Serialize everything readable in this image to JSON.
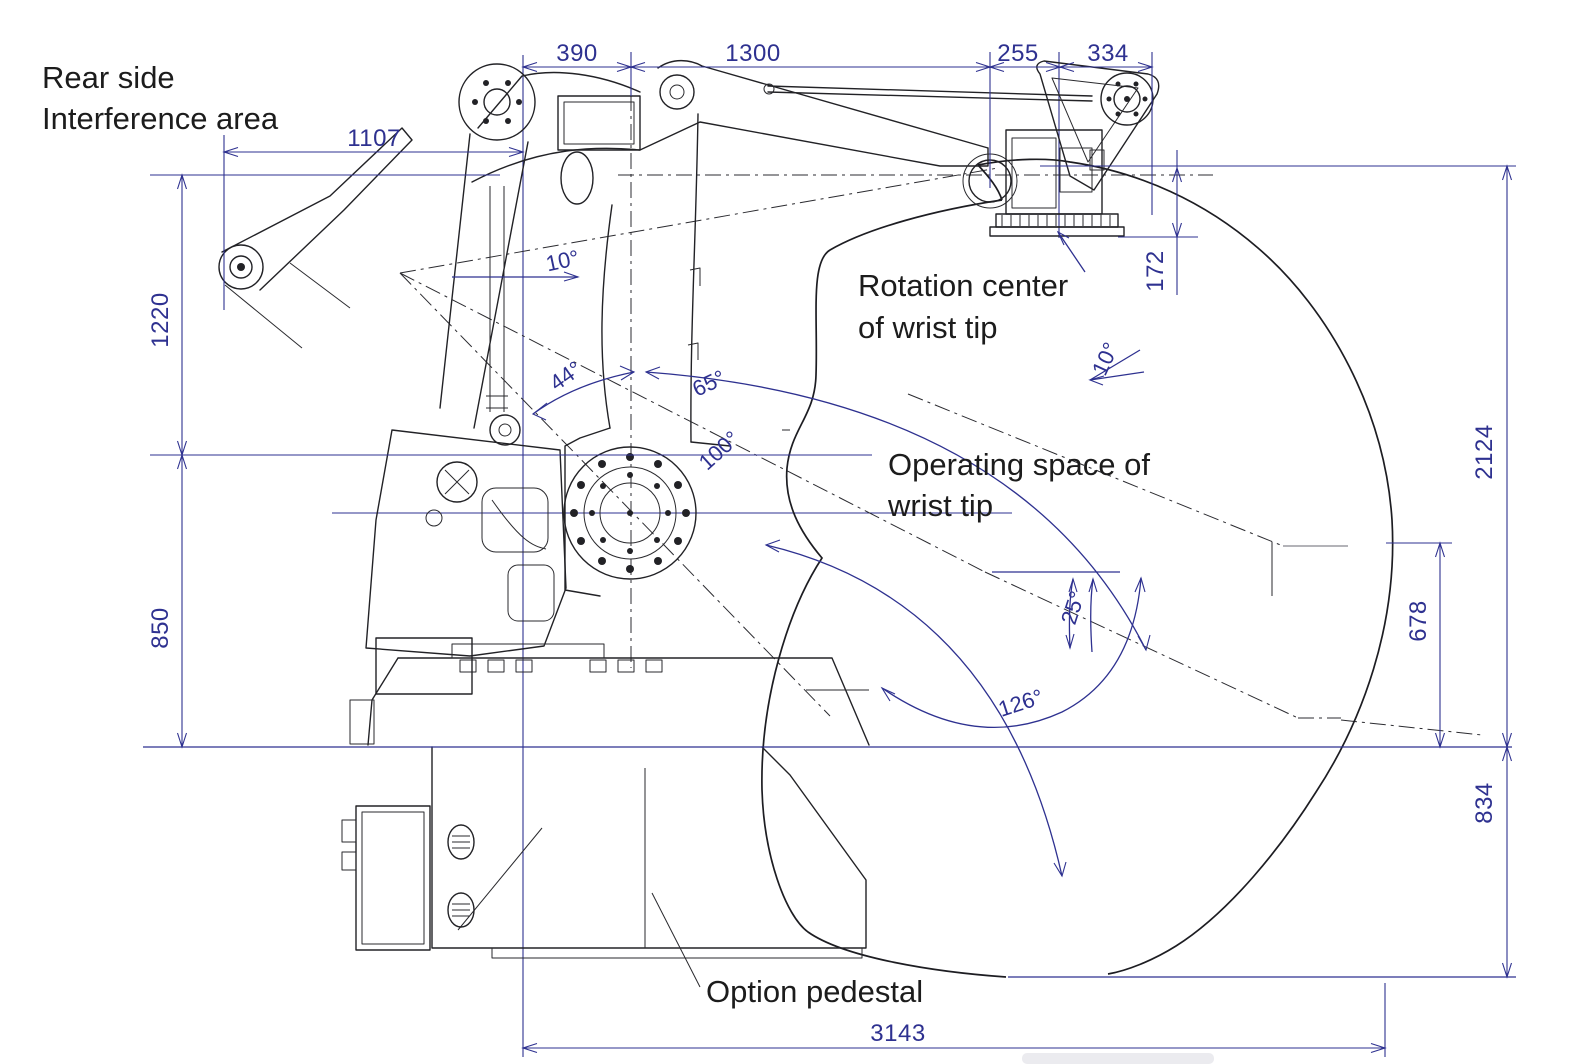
{
  "drawing_type": "robot-operating-envelope-side-view",
  "colors": {
    "dimension_blue": "#2e3190",
    "linework_black": "#222226",
    "label_black": "#1c1c1c",
    "background": "#ffffff"
  },
  "labels": {
    "rear_side_line1": "Rear side",
    "rear_side_line2": "Interference area",
    "rotation_center_line1": "Rotation center",
    "rotation_center_line2": "of wrist tip",
    "operating_space_line1": "Operating space of",
    "operating_space_line2": "wrist tip",
    "option_pedestal": "Option pedestal"
  },
  "dimensions": {
    "top_chain": {
      "seg1": "390",
      "seg2": "1300",
      "seg3": "255",
      "seg4": "334"
    },
    "rear_offset": "1107",
    "left_chain": {
      "upper": "1220",
      "lower": "850"
    },
    "wrist_drop": "172",
    "right_chain": {
      "total_height": "2124",
      "upper_reach": "678",
      "below_base": "834"
    },
    "bottom_width": "3143"
  },
  "angles": {
    "upper_tilt": "10°",
    "wrist_tilt": "10°",
    "back_swing": "44°",
    "forward_swing": "65°",
    "total_swing": "100°",
    "wrist_down": "25°",
    "lower_sweep": "126°"
  }
}
